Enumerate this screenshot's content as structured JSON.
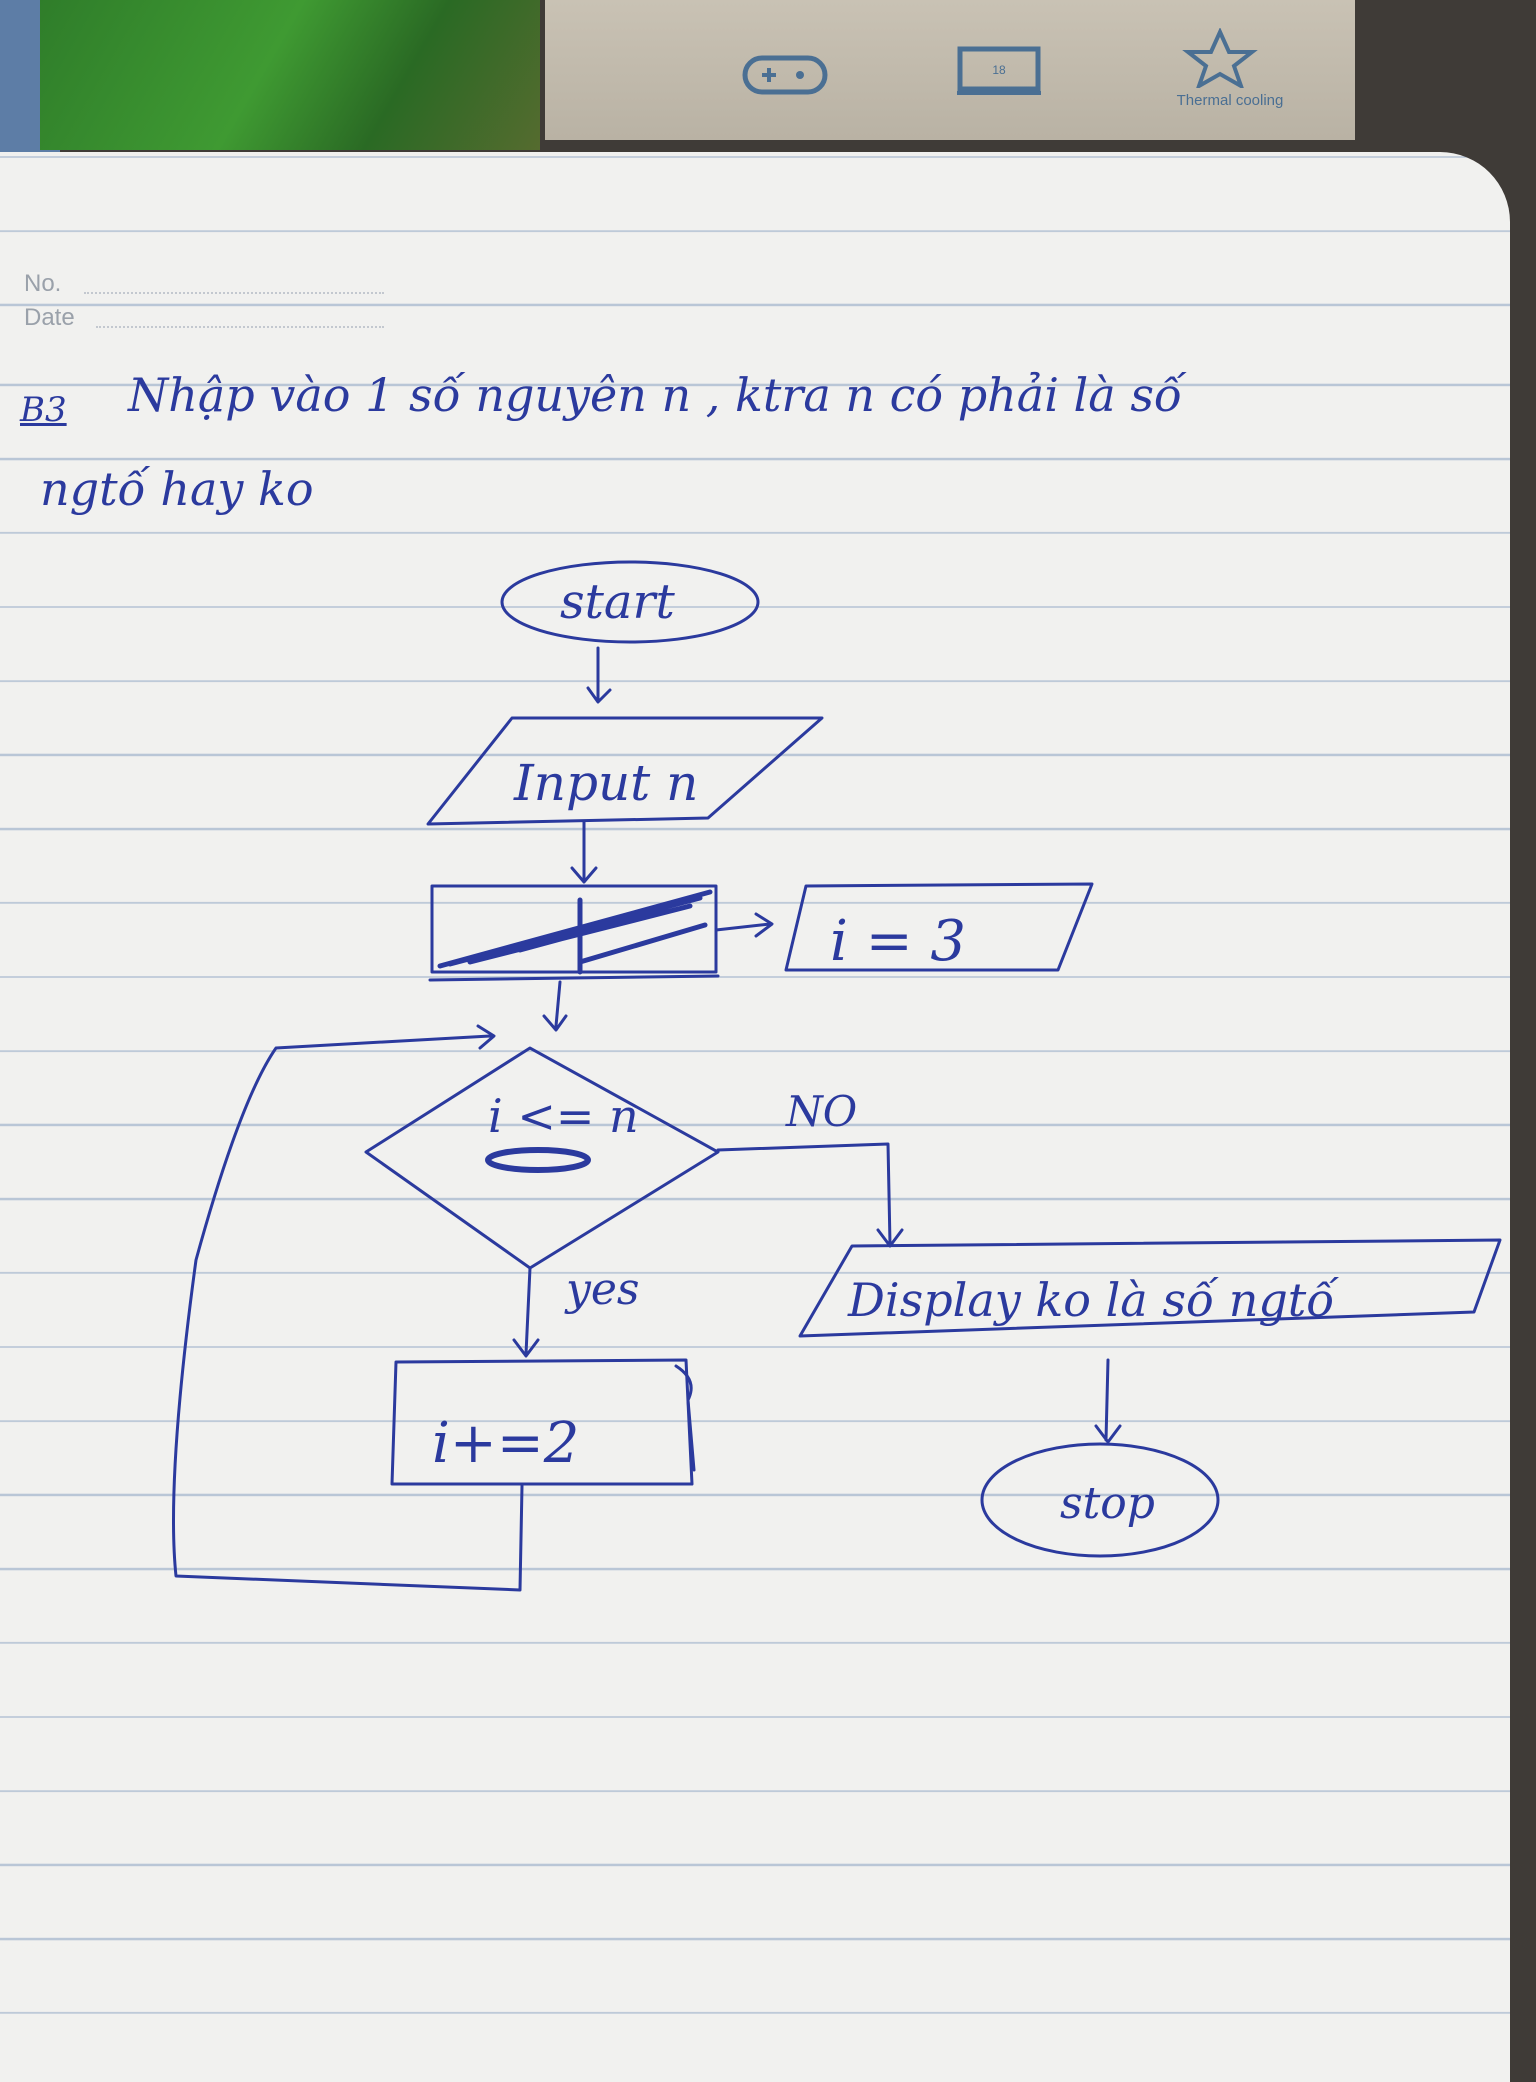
{
  "background": {
    "box_icons": [
      "gamepad-icon",
      "monitor-icon",
      "star-icon"
    ],
    "monitor_badge": "18",
    "box_caption": "Thermal cooling"
  },
  "notebook": {
    "no_label": "No.",
    "date_label": "Date",
    "exercise_label": "B3",
    "problem_line1": "Nhập vào 1 số nguyên n , ktra n có phải là số",
    "problem_line2": "ngtố hay ko"
  },
  "flowchart": {
    "start": "start",
    "input": "Input n",
    "init": "i = 3",
    "condition": "i <= n",
    "yes_label": "yes",
    "no_label": "NO",
    "increment": "i+=2",
    "output": "Display ko là số ngtố",
    "stop": "stop"
  },
  "colors": {
    "ink": "#2b3a9e",
    "paper": "#f1f1ef",
    "rule_line": "#b9c6d6"
  }
}
